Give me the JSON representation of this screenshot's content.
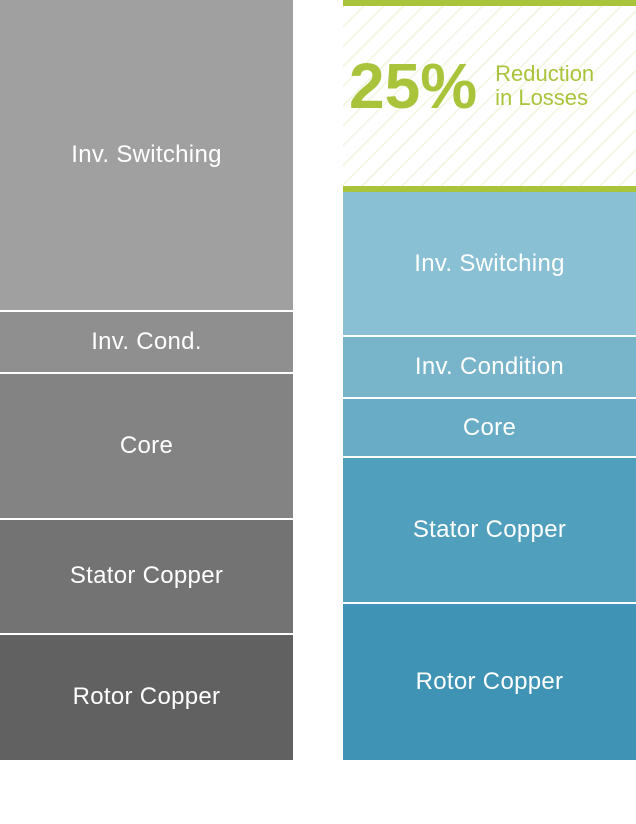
{
  "chart_data": {
    "type": "bar",
    "stacked": true,
    "categories": [
      "",
      ""
    ],
    "series": [
      {
        "values": [
          1.0,
          0.46
        ]
      },
      {
        "values": [
          0.2,
          0.2
        ]
      },
      {
        "values": [
          0.47,
          0.19
        ]
      },
      {
        "values": [
          0.37,
          0.47
        ]
      },
      {
        "values": [
          0.41,
          0.51
        ]
      }
    ],
    "segment_labels": [
      [
        "Inv. Switching",
        "Inv. Cond.",
        "Core",
        "Stator Copper",
        "Rotor Copper"
      ],
      [
        "Inv. Switching",
        "Inv. Condition",
        "Core",
        "Stator Copper",
        "Rotor Copper"
      ]
    ],
    "colors": [
      [
        "#a0a0a0",
        "#8f8f8f",
        "#838383",
        "#737373",
        "#616161"
      ],
      [
        "#8ac0d3",
        "#79b5ca",
        "#68adc5",
        "#509fbd",
        "#3f93b4"
      ]
    ],
    "totals": [
      2.45,
      1.83
    ],
    "annotation": {
      "value": "25%",
      "line1": "Reduction",
      "line2": "in Losses",
      "color": "#a9c43b"
    }
  }
}
